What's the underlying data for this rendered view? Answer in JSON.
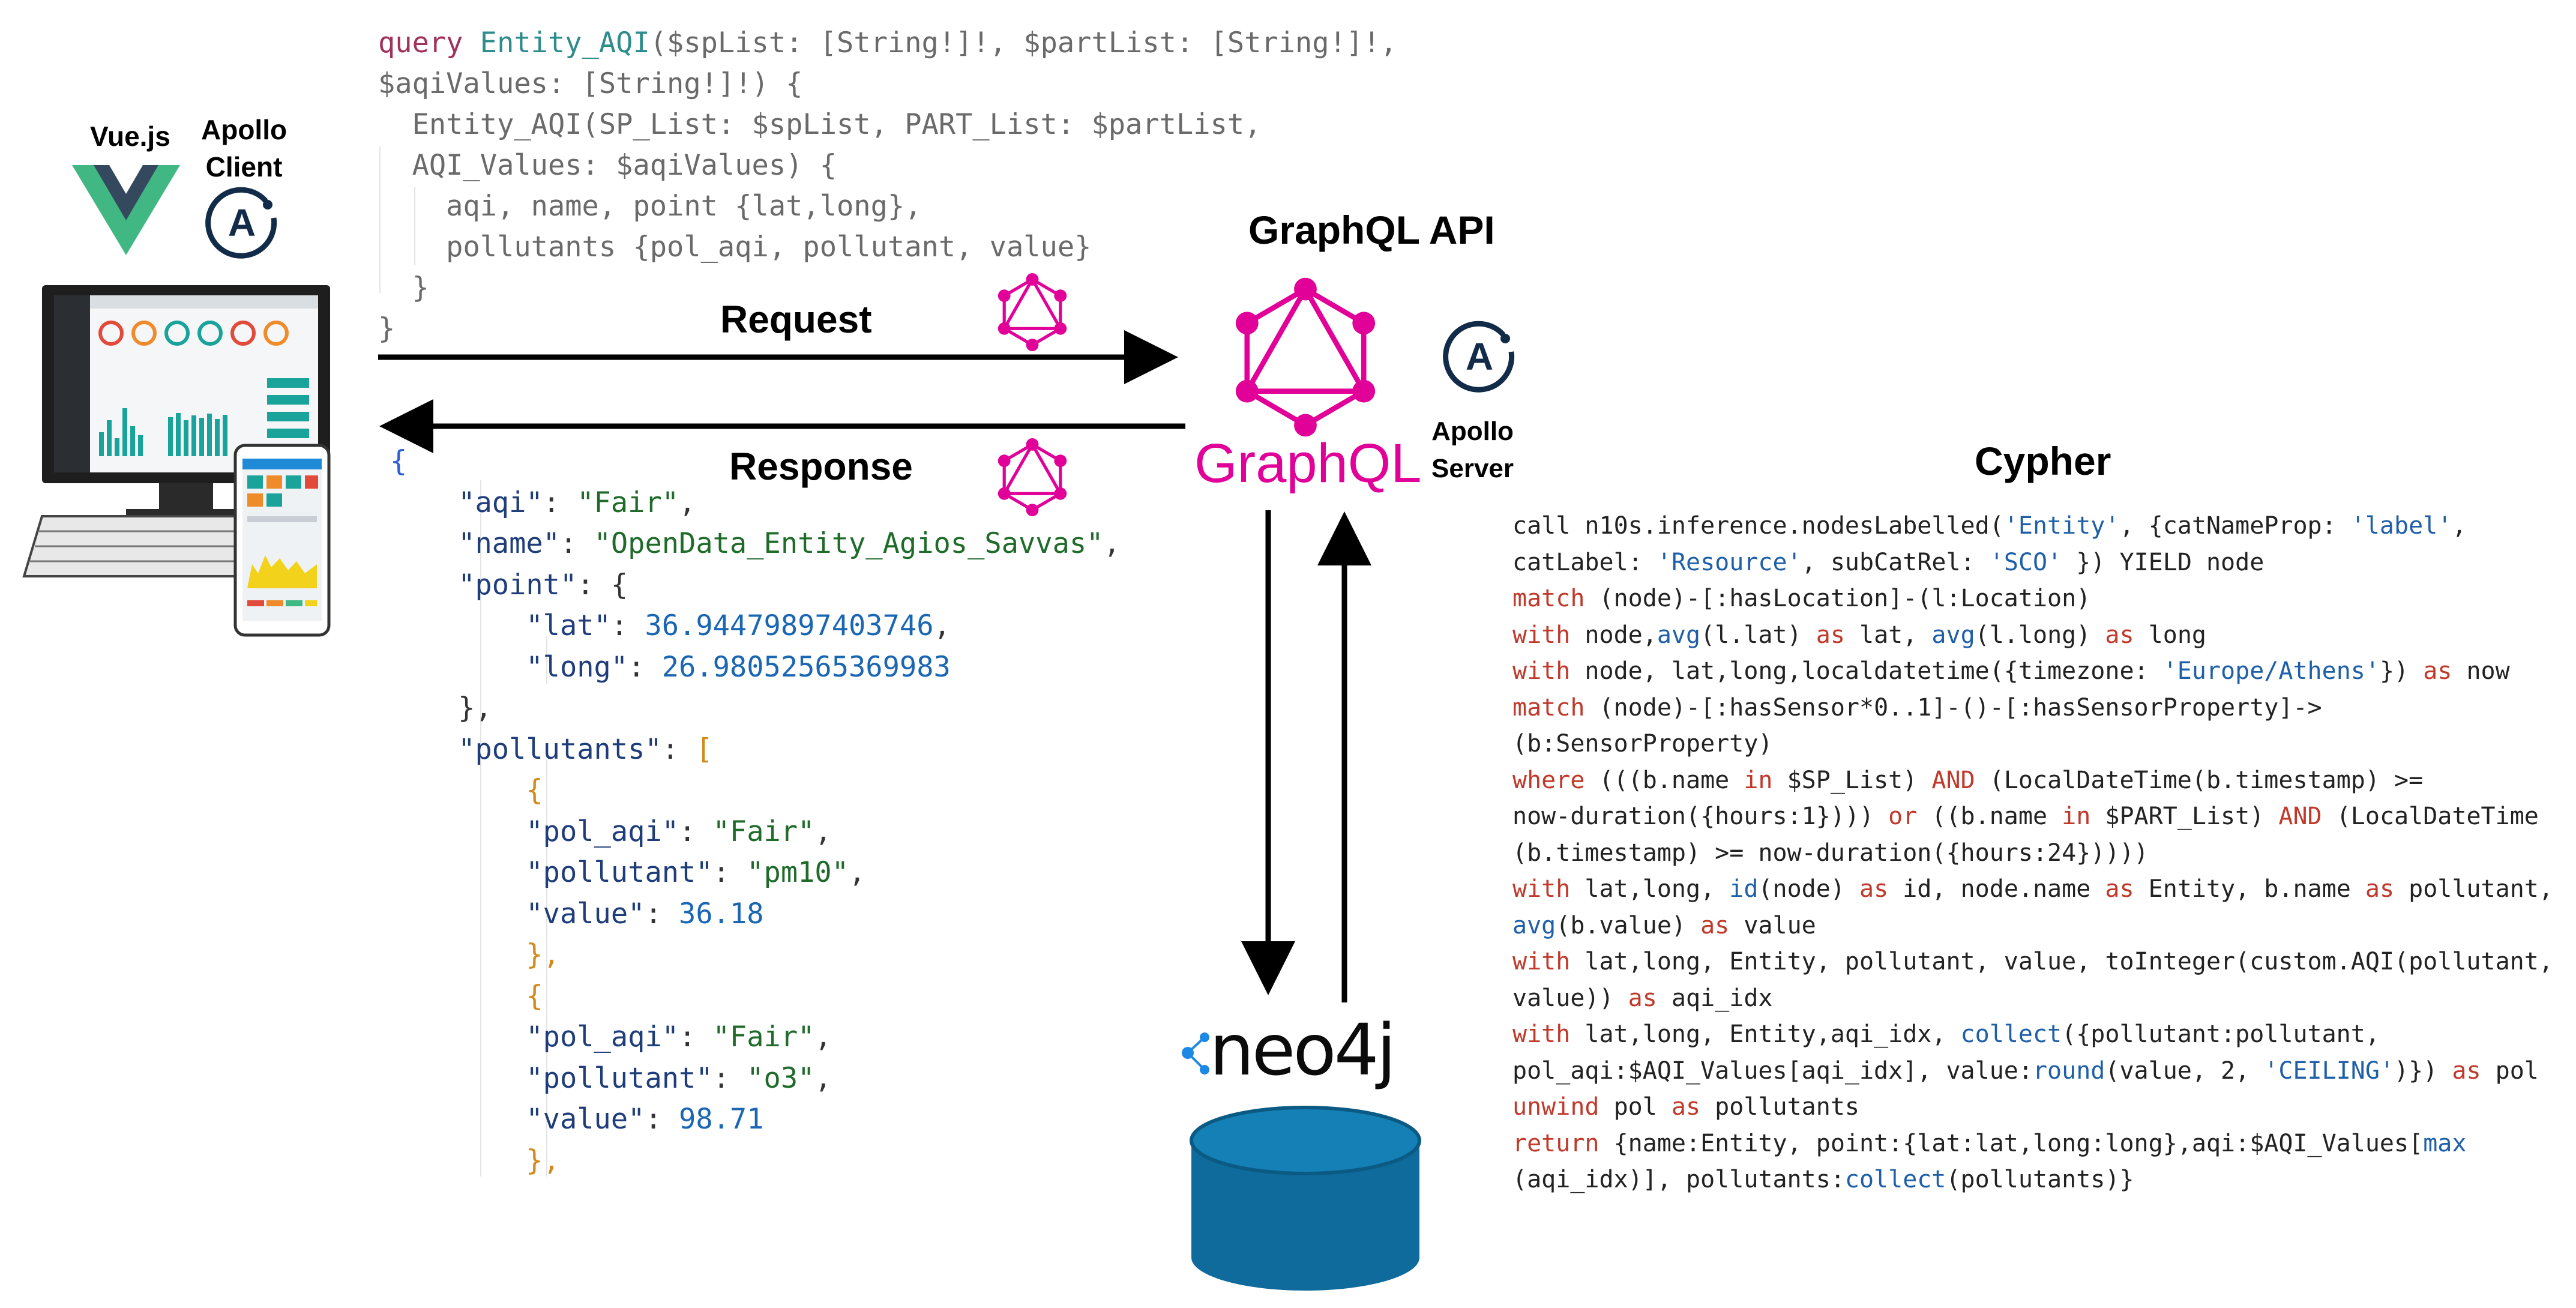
{
  "labels": {
    "vuejs": "Vue.js",
    "apollo_client_line1": "Apollo",
    "apollo_client_line2": "Client",
    "graphql_api": "GraphQL API",
    "request": "Request",
    "response": "Response",
    "apollo_server_line1": "Apollo",
    "apollo_server_line2": "Server",
    "cypher": "Cypher",
    "graphql_wordmark": "GraphQL",
    "neo4j_wordmark": "neo4j",
    "apollo_logo_letter": "A"
  },
  "colors": {
    "graphql_pink": "#e10098",
    "vue_green": "#41b883",
    "vue_dark": "#35495e",
    "apollo_navy": "#112b49",
    "neo4j_db_blue": "#0e6b9c",
    "dashboard_teal": "#1aa39a"
  },
  "icons": [
    "vuejs-logo-icon",
    "apollo-client-icon",
    "desktop-monitor-icon",
    "keyboard-icon",
    "smartphone-icon",
    "graphql-request-icon",
    "graphql-response-icon",
    "graphql-main-icon",
    "apollo-server-icon",
    "neo4j-logo-icon",
    "database-cylinder-icon"
  ],
  "query_lines": [
    [
      {
        "t": "query ",
        "c": "kw"
      },
      {
        "t": "Entity_AQI",
        "c": "cls"
      },
      {
        "t": "($spList: [String!]!, $partList: [String!]!,",
        "c": "p"
      }
    ],
    [
      {
        "t": "$aqiValues: [String!]!) {",
        "c": "p"
      }
    ],
    [
      {
        "t": "  Entity_AQI(SP_List: $spList, PART_List: $partList,",
        "c": "p"
      }
    ],
    [
      {
        "t": "  AQI_Values: $aqiValues) {",
        "c": "p"
      }
    ],
    [
      {
        "t": "    aqi, name, point {lat,long},",
        "c": "p"
      }
    ],
    [
      {
        "t": "    pollutants {pol_aqi, pollutant, value}",
        "c": "p"
      }
    ],
    [
      {
        "t": "  }",
        "c": "p"
      }
    ],
    [
      {
        "t": "}",
        "c": "p"
      }
    ]
  ],
  "json_lines": [
    [
      {
        "t": "{",
        "c": "brace-blue"
      }
    ],
    [
      {
        "t": "    ",
        "c": "p"
      },
      {
        "t": "\"aqi\"",
        "c": "key"
      },
      {
        "t": ": ",
        "c": "p"
      },
      {
        "t": "\"Fair\"",
        "c": "str"
      },
      {
        "t": ",",
        "c": "p"
      }
    ],
    [
      {
        "t": "    ",
        "c": "p"
      },
      {
        "t": "\"name\"",
        "c": "key"
      },
      {
        "t": ": ",
        "c": "p"
      },
      {
        "t": "\"OpenData_Entity_Agios_Savvas\"",
        "c": "str"
      },
      {
        "t": ",",
        "c": "p"
      }
    ],
    [
      {
        "t": "    ",
        "c": "p"
      },
      {
        "t": "\"point\"",
        "c": "key"
      },
      {
        "t": ": {",
        "c": "p"
      }
    ],
    [
      {
        "t": "        ",
        "c": "p"
      },
      {
        "t": "\"lat\"",
        "c": "key"
      },
      {
        "t": ": ",
        "c": "p"
      },
      {
        "t": "36.94479897403746",
        "c": "num"
      },
      {
        "t": ",",
        "c": "p"
      }
    ],
    [
      {
        "t": "        ",
        "c": "p"
      },
      {
        "t": "\"long\"",
        "c": "key"
      },
      {
        "t": ": ",
        "c": "p"
      },
      {
        "t": "26.98052565369983",
        "c": "num"
      }
    ],
    [
      {
        "t": "    },",
        "c": "p"
      }
    ],
    [
      {
        "t": "    ",
        "c": "p"
      },
      {
        "t": "\"pollutants\"",
        "c": "key"
      },
      {
        "t": ": ",
        "c": "p"
      },
      {
        "t": "[",
        "c": "bracket"
      }
    ],
    [
      {
        "t": "        ",
        "c": "p"
      },
      {
        "t": "{",
        "c": "bracket"
      }
    ],
    [
      {
        "t": "        ",
        "c": "p"
      },
      {
        "t": "\"pol_aqi\"",
        "c": "key"
      },
      {
        "t": ": ",
        "c": "p"
      },
      {
        "t": "\"Fair\"",
        "c": "str"
      },
      {
        "t": ",",
        "c": "p"
      }
    ],
    [
      {
        "t": "        ",
        "c": "p"
      },
      {
        "t": "\"pollutant\"",
        "c": "key"
      },
      {
        "t": ": ",
        "c": "p"
      },
      {
        "t": "\"pm10\"",
        "c": "str"
      },
      {
        "t": ",",
        "c": "p"
      }
    ],
    [
      {
        "t": "        ",
        "c": "p"
      },
      {
        "t": "\"value\"",
        "c": "key"
      },
      {
        "t": ": ",
        "c": "p"
      },
      {
        "t": "36.18",
        "c": "num"
      }
    ],
    [
      {
        "t": "        ",
        "c": "p"
      },
      {
        "t": "},",
        "c": "bracket"
      }
    ],
    [
      {
        "t": "        ",
        "c": "p"
      },
      {
        "t": "{",
        "c": "bracket"
      }
    ],
    [
      {
        "t": "        ",
        "c": "p"
      },
      {
        "t": "\"pol_aqi\"",
        "c": "key"
      },
      {
        "t": ": ",
        "c": "p"
      },
      {
        "t": "\"Fair\"",
        "c": "str"
      },
      {
        "t": ",",
        "c": "p"
      }
    ],
    [
      {
        "t": "        ",
        "c": "p"
      },
      {
        "t": "\"pollutant\"",
        "c": "key"
      },
      {
        "t": ": ",
        "c": "p"
      },
      {
        "t": "\"o3\"",
        "c": "str"
      },
      {
        "t": ",",
        "c": "p"
      }
    ],
    [
      {
        "t": "        ",
        "c": "p"
      },
      {
        "t": "\"value\"",
        "c": "key"
      },
      {
        "t": ": ",
        "c": "p"
      },
      {
        "t": "98.71",
        "c": "num"
      }
    ],
    [
      {
        "t": "        ",
        "c": "p"
      },
      {
        "t": "},",
        "c": "bracket"
      }
    ]
  ],
  "cypher_lines": [
    [
      {
        "t": "call n10s.inference.nodesLabelled(",
        "c": "p"
      },
      {
        "t": "'Entity'",
        "c": "cy-str"
      },
      {
        "t": ", {catNameProp: ",
        "c": "p"
      },
      {
        "t": "'label'",
        "c": "cy-str"
      },
      {
        "t": ",",
        "c": "p"
      }
    ],
    [
      {
        "t": "catLabel: ",
        "c": "p"
      },
      {
        "t": "'Resource'",
        "c": "cy-str"
      },
      {
        "t": ", subCatRel: ",
        "c": "p"
      },
      {
        "t": "'SCO'",
        "c": "cy-str"
      },
      {
        "t": " }) YIELD node",
        "c": "p"
      }
    ],
    [
      {
        "t": "match",
        "c": "cy-kw"
      },
      {
        "t": " (node)-[:hasLocation]-(l:Location)",
        "c": "p"
      }
    ],
    [
      {
        "t": "with",
        "c": "cy-kw"
      },
      {
        "t": " node,",
        "c": "p"
      },
      {
        "t": "avg",
        "c": "cy-fn"
      },
      {
        "t": "(l.lat) ",
        "c": "p"
      },
      {
        "t": "as",
        "c": "cy-kw"
      },
      {
        "t": " lat, ",
        "c": "p"
      },
      {
        "t": "avg",
        "c": "cy-fn"
      },
      {
        "t": "(l.long) ",
        "c": "p"
      },
      {
        "t": "as",
        "c": "cy-kw"
      },
      {
        "t": " long",
        "c": "p"
      }
    ],
    [
      {
        "t": "with",
        "c": "cy-kw"
      },
      {
        "t": " node, lat,long,localdatetime({timezone: ",
        "c": "p"
      },
      {
        "t": "'Europe/Athens'",
        "c": "cy-str"
      },
      {
        "t": "}) ",
        "c": "p"
      },
      {
        "t": "as",
        "c": "cy-kw"
      },
      {
        "t": " now",
        "c": "p"
      }
    ],
    [
      {
        "t": "match",
        "c": "cy-kw"
      },
      {
        "t": " (node)-[:hasSensor*0..1]-()-[:hasSensorProperty]->",
        "c": "p"
      }
    ],
    [
      {
        "t": "(b:SensorProperty)",
        "c": "p"
      }
    ],
    [
      {
        "t": "where",
        "c": "cy-kw"
      },
      {
        "t": " (((b.name ",
        "c": "p"
      },
      {
        "t": "in",
        "c": "cy-kw"
      },
      {
        "t": " $SP_List) ",
        "c": "p"
      },
      {
        "t": "AND",
        "c": "cy-kw"
      },
      {
        "t": " (LocalDateTime(b.timestamp) >=",
        "c": "p"
      }
    ],
    [
      {
        "t": "now-duration({hours:1}))) ",
        "c": "p"
      },
      {
        "t": "or",
        "c": "cy-kw"
      },
      {
        "t": " ((b.name ",
        "c": "p"
      },
      {
        "t": "in",
        "c": "cy-kw"
      },
      {
        "t": " $PART_List) ",
        "c": "p"
      },
      {
        "t": "AND",
        "c": "cy-kw"
      },
      {
        "t": " (LocalDateTime",
        "c": "p"
      }
    ],
    [
      {
        "t": "(b.timestamp) >= now-duration({hours:24}))))",
        "c": "p"
      }
    ],
    [
      {
        "t": "with",
        "c": "cy-kw"
      },
      {
        "t": " lat,long, ",
        "c": "p"
      },
      {
        "t": "id",
        "c": "cy-fn"
      },
      {
        "t": "(node) ",
        "c": "p"
      },
      {
        "t": "as",
        "c": "cy-kw"
      },
      {
        "t": " id, node.name ",
        "c": "p"
      },
      {
        "t": "as",
        "c": "cy-kw"
      },
      {
        "t": " Entity, b.name ",
        "c": "p"
      },
      {
        "t": "as",
        "c": "cy-kw"
      },
      {
        "t": " pollutant,",
        "c": "p"
      }
    ],
    [
      {
        "t": "avg",
        "c": "cy-fn"
      },
      {
        "t": "(b.value) ",
        "c": "p"
      },
      {
        "t": "as",
        "c": "cy-kw"
      },
      {
        "t": " value",
        "c": "p"
      }
    ],
    [
      {
        "t": "with",
        "c": "cy-kw"
      },
      {
        "t": " lat,long, Entity, pollutant, value, toInteger(custom.AQI(pollutant,",
        "c": "p"
      }
    ],
    [
      {
        "t": "value)) ",
        "c": "p"
      },
      {
        "t": "as",
        "c": "cy-kw"
      },
      {
        "t": " aqi_idx",
        "c": "p"
      }
    ],
    [
      {
        "t": "with",
        "c": "cy-kw"
      },
      {
        "t": " lat,long, Entity,aqi_idx, ",
        "c": "p"
      },
      {
        "t": "collect",
        "c": "cy-fn"
      },
      {
        "t": "({pollutant:pollutant,",
        "c": "p"
      }
    ],
    [
      {
        "t": "pol_aqi:$AQI_Values[aqi_idx], value:",
        "c": "p"
      },
      {
        "t": "round",
        "c": "cy-fn"
      },
      {
        "t": "(value, 2, ",
        "c": "p"
      },
      {
        "t": "'CEILING'",
        "c": "cy-str"
      },
      {
        "t": ")}) ",
        "c": "p"
      },
      {
        "t": "as",
        "c": "cy-kw"
      },
      {
        "t": " pol",
        "c": "p"
      }
    ],
    [
      {
        "t": "unwind",
        "c": "cy-kw"
      },
      {
        "t": " pol ",
        "c": "p"
      },
      {
        "t": "as",
        "c": "cy-kw"
      },
      {
        "t": " pollutants",
        "c": "p"
      }
    ],
    [
      {
        "t": "return",
        "c": "cy-kw"
      },
      {
        "t": " {name:Entity, point:{lat:lat,long:long},aqi:$AQI_Values[",
        "c": "p"
      },
      {
        "t": "max",
        "c": "cy-fn"
      }
    ],
    [
      {
        "t": "(aqi_idx)], pollutants:",
        "c": "p"
      },
      {
        "t": "collect",
        "c": "cy-fn"
      },
      {
        "t": "(pollutants)}",
        "c": "p"
      }
    ]
  ]
}
